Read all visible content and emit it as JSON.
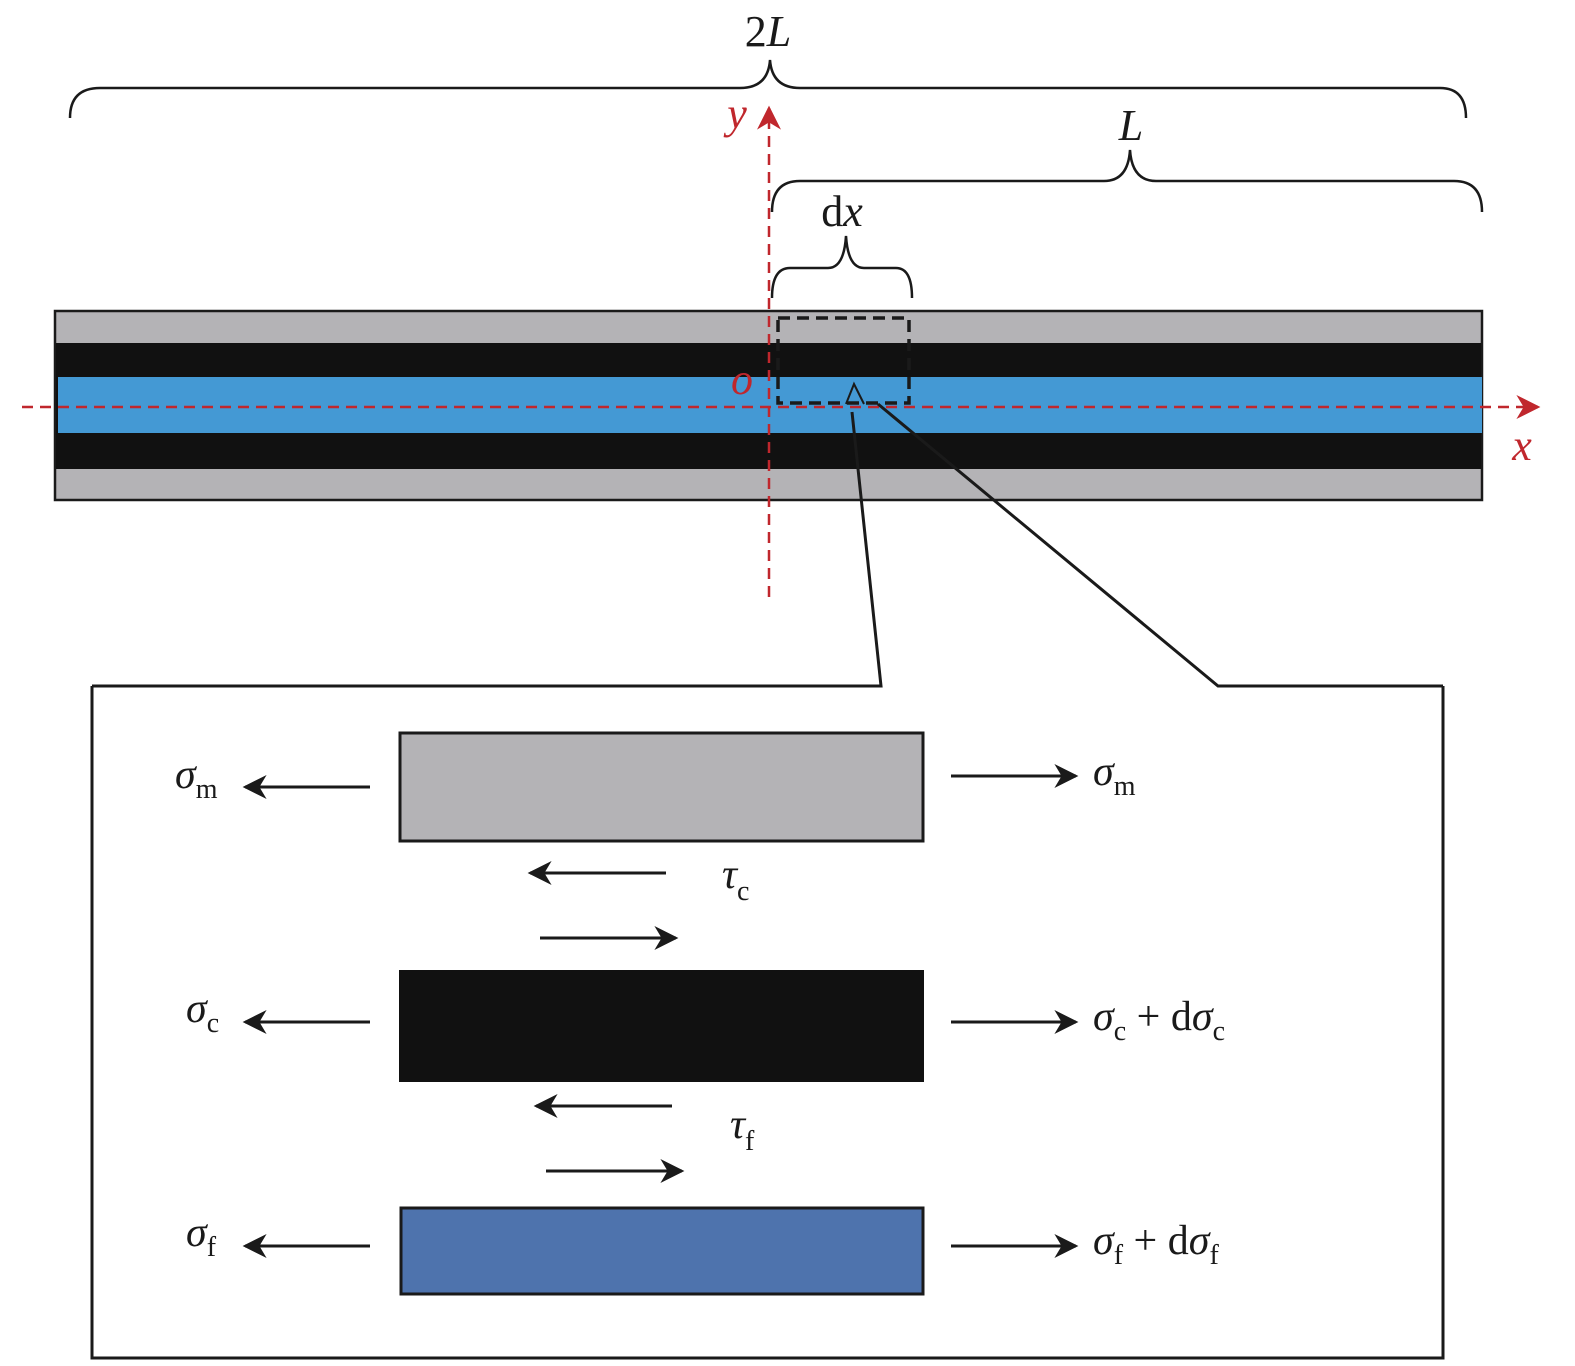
{
  "labels": {
    "two_L": "2L",
    "L": "L",
    "dx": "dx",
    "x_axis": "x",
    "y_axis": "y",
    "origin": "o"
  },
  "forces": {
    "sigma_m_left": "σm",
    "sigma_m_right": "σm",
    "tau_c": "τc",
    "sigma_c_left": "σc",
    "sigma_c_right": "σc + dσc",
    "tau_f": "τf",
    "sigma_f_left": "σf",
    "sigma_f_right": "σf + dσf"
  },
  "colors": {
    "matrix": "#b4b3b6",
    "coating": "#111111",
    "fiber_top": "#4499d4",
    "fiber_detail": "#4e73ad",
    "axis": "#c0272d"
  }
}
